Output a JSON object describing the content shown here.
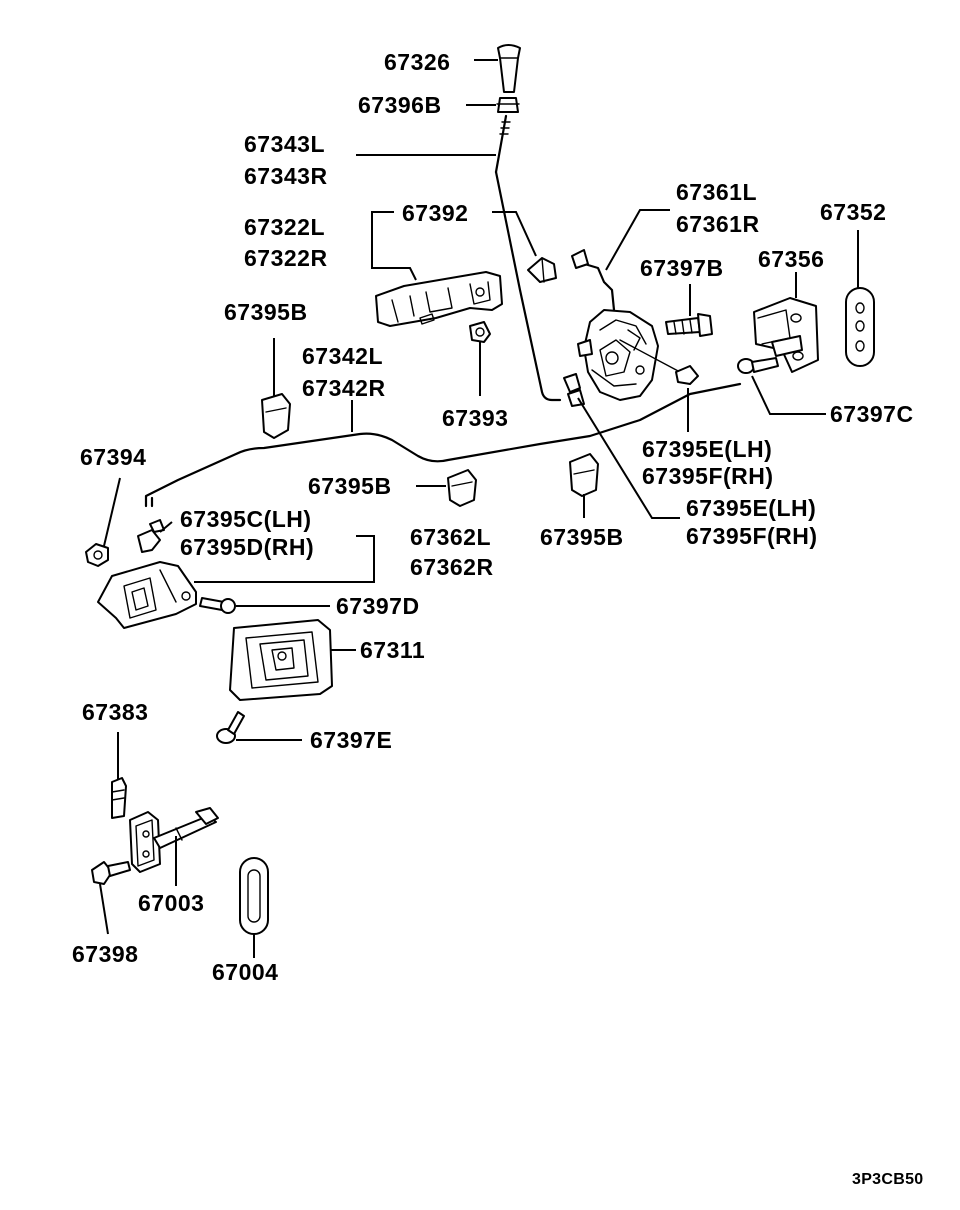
{
  "labels": {
    "l67326": "67326",
    "l67396B": "67396B",
    "l67343L": "67343L",
    "l67343R": "67343R",
    "l67322L": "67322L",
    "l67322R": "67322R",
    "l67392": "67392",
    "l67361L": "67361L",
    "l67361R": "67361R",
    "l67352": "67352",
    "l67397B": "67397B",
    "l67356": "67356",
    "l67395B_1": "67395B",
    "l67342L": "67342L",
    "l67342R": "67342R",
    "l67393": "67393",
    "l67397C": "67397C",
    "l67395E_1": "67395E(LH)",
    "l67395F_1": "67395F(RH)",
    "l67394": "67394",
    "l67395B_2": "67395B",
    "l67395E_2": "67395E(LH)",
    "l67395F_2": "67395F(RH)",
    "l67395C": "67395C(LH)",
    "l67395D": "67395D(RH)",
    "l67362L": "67362L",
    "l67362R": "67362R",
    "l67395B_3": "67395B",
    "l67397D": "67397D",
    "l67311": "67311",
    "l67383": "67383",
    "l67397E": "67397E",
    "l67003": "67003",
    "l67398": "67398",
    "l67004": "67004"
  },
  "diagram_code": "3P3CB50"
}
